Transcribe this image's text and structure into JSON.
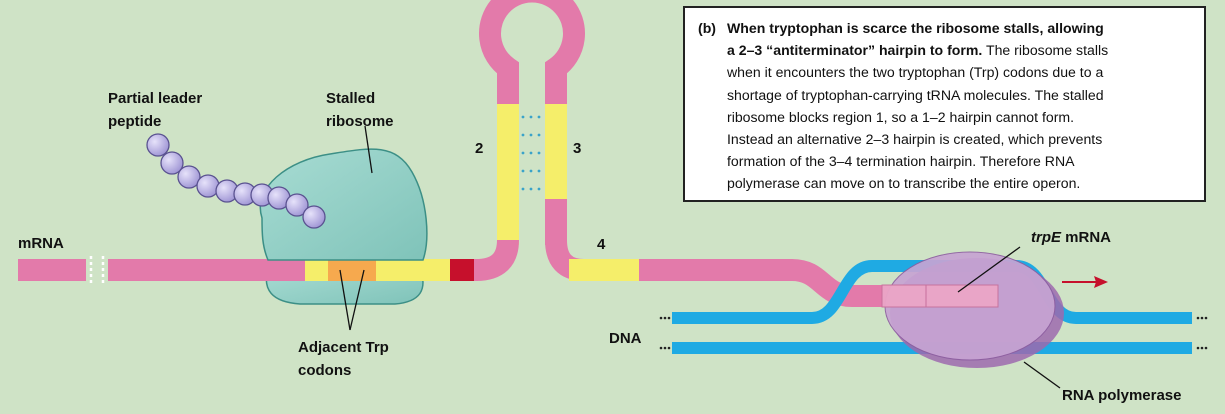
{
  "labels": {
    "partial_leader_peptide": [
      "Partial leader",
      "peptide"
    ],
    "stalled_ribosome": [
      "Stalled",
      "ribosome"
    ],
    "mrna": "mRNA",
    "adjacent_trp_codons": [
      "Adjacent Trp",
      "codons"
    ],
    "region_2": "2",
    "region_3": "3",
    "region_4": "4",
    "trpE_gene": "trpE",
    "trpE_suffix": " mRNA",
    "dna": "DNA",
    "rna_polymerase": "RNA polymerase"
  },
  "caption": {
    "tag": "(b)",
    "lead_lines": [
      "When tryptophan is scarce the ribosome stalls, allowing",
      "a 2–3 “antiterminator” hairpin to form."
    ],
    "body_first": " The ribosome stalls",
    "body_lines": [
      "when it encounters the two tryptophan (Trp) codons due to a",
      "shortage of tryptophan-carrying tRNA molecules. The stalled",
      "ribosome blocks region 1, so a 1–2 hairpin cannot form.",
      "Instead an alternative 2–3 hairpin is created, which prevents",
      "formation of the 3–4 termination hairpin. Therefore RNA",
      "polymerase can move on to transcribe the entire operon."
    ]
  },
  "colors": {
    "background_green": "#cfe3c6",
    "mrna_pink": "#e37aaa",
    "region_yellow": "#f5ee6a",
    "trp_codon_orange": "#f6a94e",
    "stop_red": "#c6102c",
    "ribosome_teal": "#8ecdc4",
    "peptide_lavender": "#b8b0e2",
    "dna_blue": "#1faae3",
    "polymerase_purple": "#c7a4d3"
  }
}
